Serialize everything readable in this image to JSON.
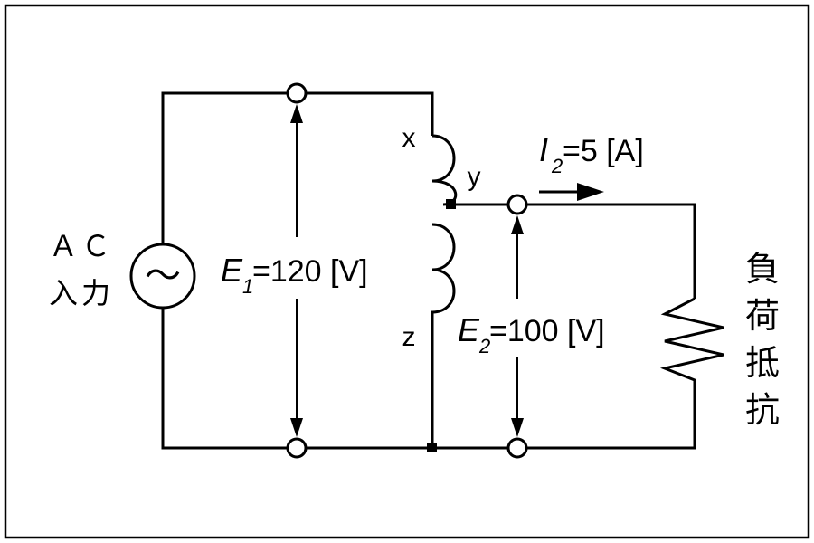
{
  "source": {
    "label_line1": "ＡＣ",
    "label_line2": "入力",
    "symbol": "～"
  },
  "terminals": {
    "x": "x",
    "y": "y",
    "z": "z"
  },
  "voltage_e1": {
    "symbol": "E",
    "subscript": "1",
    "value": "=120 [V]"
  },
  "voltage_e2": {
    "symbol": "E",
    "subscript": "2",
    "value": "=100 [V]"
  },
  "current_i2": {
    "symbol": "I",
    "subscript": "2",
    "value": "=5 [A]"
  },
  "load": {
    "chars": [
      "負",
      "荷",
      "抵",
      "抗"
    ]
  },
  "colors": {
    "line": "#000000",
    "background": "#ffffff"
  }
}
